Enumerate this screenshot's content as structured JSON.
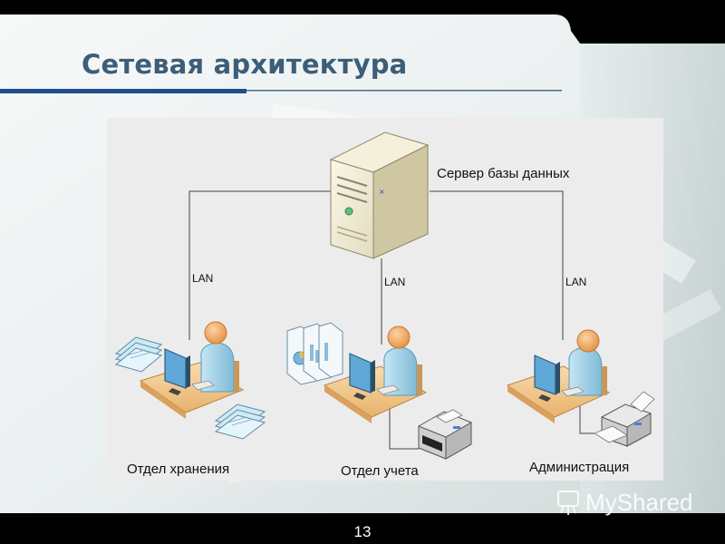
{
  "slide": {
    "title": "Сетевая архитектура",
    "page_number": "13",
    "watermark": "MyShared"
  },
  "diagram": {
    "server_label": "Сервер базы данных",
    "links": [
      {
        "label": "LAN"
      },
      {
        "label": "LAN"
      },
      {
        "label": "LAN"
      }
    ],
    "departments": [
      {
        "label": "Отдел хранения"
      },
      {
        "label": "Отдел учета"
      },
      {
        "label": "Администрация"
      }
    ]
  },
  "colors": {
    "title": "#3c5e78",
    "accent_bar": "#1f4e8a",
    "panel": "#ececec",
    "person_head": "#f2a65a",
    "person_body": "#9fd0e8",
    "desk": "#f3c98b"
  }
}
